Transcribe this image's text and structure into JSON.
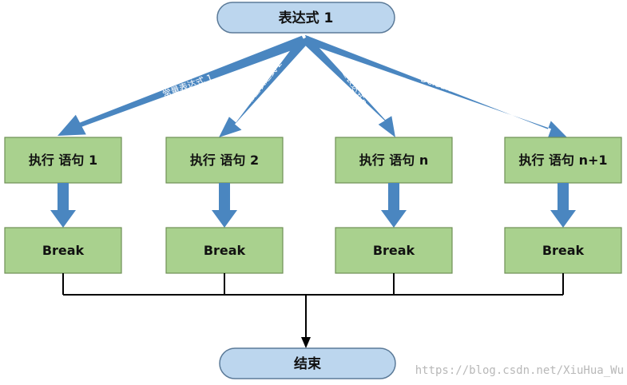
{
  "start": {
    "label": "表达式 1"
  },
  "end": {
    "label": "结束"
  },
  "branches": [
    {
      "edge_label": "常量表达式 1",
      "statement": "执行 语句 1",
      "break_label": "Break"
    },
    {
      "edge_label": "常量表达式 2",
      "statement": "执行 语句 2",
      "break_label": "Break"
    },
    {
      "edge_label": "常量表达式n",
      "statement": "执行 语句 n",
      "break_label": "Break"
    },
    {
      "edge_label": "Default",
      "statement": "执行 语句 n+1",
      "break_label": "Break"
    }
  ],
  "watermark": "https://blog.csdn.net/XiuHua_Wu",
  "colors": {
    "terminal_fill": "#bcd6ee",
    "terminal_stroke": "#5b7a98",
    "box_fill": "#a9d18e",
    "box_stroke": "#6f8f55",
    "arrow": "#4a86c0",
    "connector": "#000000"
  }
}
